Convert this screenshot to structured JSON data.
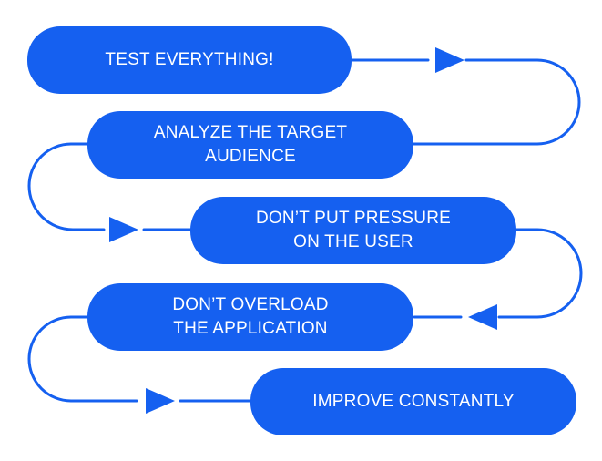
{
  "steps": [
    {
      "lines": [
        "TEST EVERYTHING!"
      ]
    },
    {
      "lines": [
        "ANALYZE THE TARGET",
        "AUDIENCE"
      ]
    },
    {
      "lines": [
        "DON’T PUT PRESSURE",
        "ON THE USER"
      ]
    },
    {
      "lines": [
        "DON’T OVERLOAD",
        "THE APPLICATION"
      ]
    },
    {
      "lines": [
        "IMPROVE CONSTANTLY"
      ]
    }
  ],
  "colors": {
    "pill": "#1560f0",
    "connector": "#1560f0",
    "text": "#ffffff",
    "background": "#ffffff"
  }
}
